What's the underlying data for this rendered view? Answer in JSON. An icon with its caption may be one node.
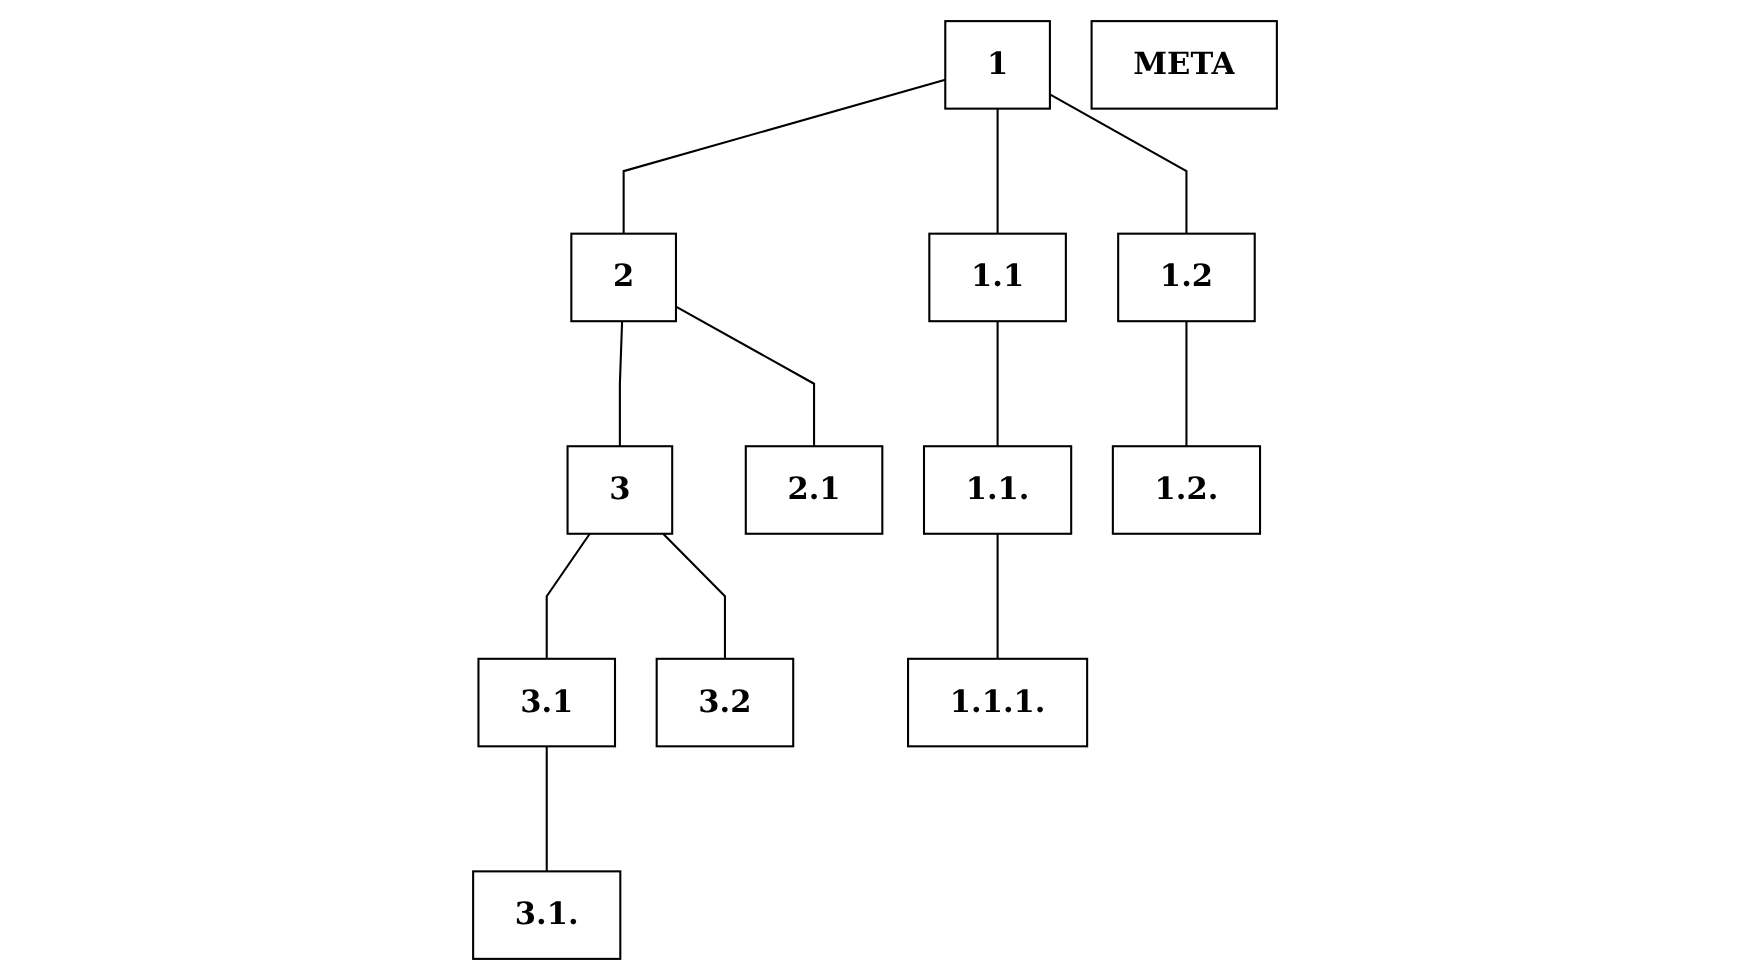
{
  "diagram": {
    "nodes": [
      {
        "text": [
          "META"
        ]
      },
      {
        "text": [
          "1"
        ]
      },
      {
        "text": [
          "2"
        ]
      },
      {
        "text": [
          "3"
        ]
      },
      {
        "text": [
          "1.1"
        ]
      },
      {
        "text": [
          "1.2"
        ]
      },
      {
        "text": [
          "2.1"
        ]
      },
      {
        "text": [
          "3.1"
        ]
      },
      {
        "text": [
          "3.2"
        ]
      },
      {
        "text": [
          "1.1."
        ]
      },
      {
        "text": [
          "1.2."
        ]
      },
      {
        "text": [
          "3.1."
        ]
      },
      {
        "text": [
          "1.1.1."
        ]
      }
    ],
    "edges": [
      {
        "from": 1,
        "to": 2,
        "arrow": "none"
      },
      {
        "from": 2,
        "to": 3,
        "arrow": "none"
      },
      {
        "from": 1,
        "to": 4,
        "arrow": "none"
      },
      {
        "from": 1,
        "to": 5,
        "arrow": "none"
      },
      {
        "from": 2,
        "to": 6,
        "arrow": "none"
      },
      {
        "from": 3,
        "to": 7,
        "arrow": "none"
      },
      {
        "from": 3,
        "to": 8,
        "arrow": "none"
      },
      {
        "from": 4,
        "to": 9,
        "arrow": "none"
      },
      {
        "from": 5,
        "to": 10,
        "arrow": "none"
      },
      {
        "from": 7,
        "to": 11,
        "arrow": "none"
      },
      {
        "from": 9,
        "to": 12,
        "arrow": "none"
      }
    ]
  }
}
